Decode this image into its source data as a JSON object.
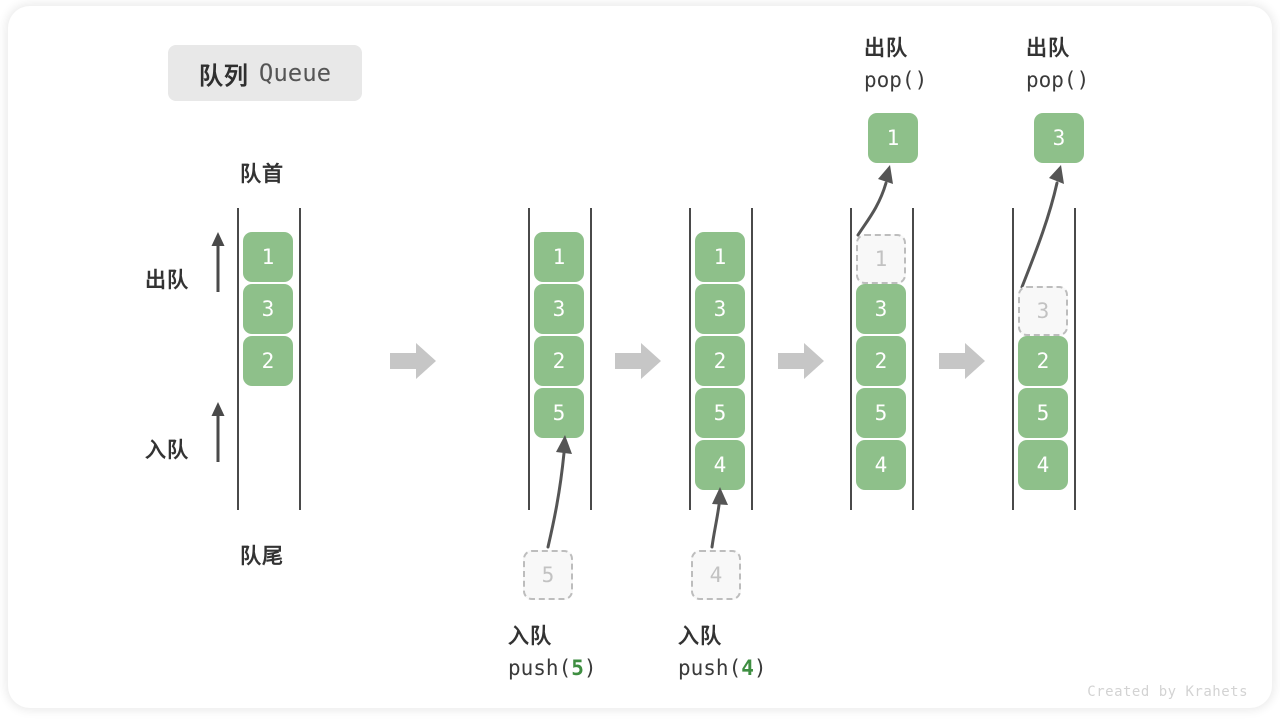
{
  "title": {
    "cn": "队列",
    "en": "Queue"
  },
  "labels": {
    "front": "队首",
    "rear": "队尾",
    "dequeue": "出队",
    "enqueue": "入队"
  },
  "accent": {
    "cell_green": "#8ec08a",
    "arg_green": "#3e8e41",
    "rail_gray": "#4a4a4a",
    "step_arrow_gray": "#c6c6c6",
    "ghost_border": "#bdbdbd",
    "ghost_text": "#c2c2c2",
    "chip_bg": "#e8e8e8"
  },
  "columns": [
    {
      "id": "initial",
      "cells": [
        "1",
        "3",
        "2"
      ],
      "side_arrows": [
        {
          "name": "dequeue-arrow",
          "label": "出队"
        },
        {
          "name": "enqueue-arrow",
          "label": "入队"
        }
      ]
    },
    {
      "id": "after-push-5",
      "cells": [
        "1",
        "3",
        "2",
        "5"
      ],
      "incoming": {
        "value": "5"
      },
      "caption": {
        "line1": "入队",
        "fn": "push(",
        "arg": "5",
        "close": ")"
      }
    },
    {
      "id": "after-push-4",
      "cells": [
        "1",
        "3",
        "2",
        "5",
        "4"
      ],
      "incoming": {
        "value": "4"
      },
      "caption": {
        "line1": "入队",
        "fn": "push(",
        "arg": "4",
        "close": ")"
      }
    },
    {
      "id": "after-pop-1",
      "cells": [
        "3",
        "2",
        "5",
        "4"
      ],
      "ghost_slot": {
        "value": "1",
        "row": 0
      },
      "outgoing": {
        "value": "1"
      },
      "caption_top": {
        "line1": "出队",
        "fn": "pop(",
        "arg": "",
        "close": ")"
      }
    },
    {
      "id": "after-pop-3",
      "cells": [
        "2",
        "5",
        "4"
      ],
      "ghost_slot": {
        "value": "3",
        "row": 1
      },
      "outgoing": {
        "value": "3"
      },
      "caption_top": {
        "line1": "出队",
        "fn": "pop(",
        "arg": "",
        "close": ")"
      }
    }
  ],
  "step_arrows": [
    {
      "name": "step-arrow-1"
    },
    {
      "name": "step-arrow-2"
    },
    {
      "name": "step-arrow-3"
    },
    {
      "name": "step-arrow-4"
    }
  ],
  "watermark": "Created by Krahets"
}
